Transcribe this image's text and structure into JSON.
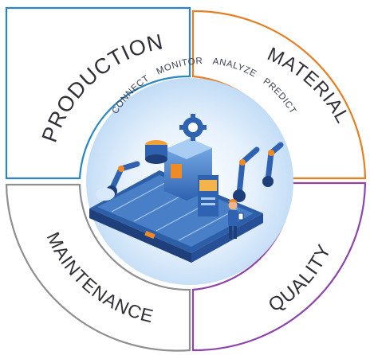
{
  "quadrants": [
    {
      "label": "PRODUCTION",
      "color": "#2a86c1"
    },
    {
      "label": "MATERIAL",
      "color": "#e67e22"
    },
    {
      "label": "QUALITY",
      "color": "#8e44ad"
    },
    {
      "label": "MAINTENANCE",
      "color": "#8f8f8f"
    }
  ],
  "core_steps": [
    "CONNECT",
    "MONITOR",
    "ANALYZE",
    "PREDICT"
  ],
  "illustration": {
    "name": "smart-factory-conveyor-robots-worker",
    "accent_color": "#3b8fe0",
    "dark_color": "#1f3f7a",
    "glow_color": "#cfe6fb"
  }
}
